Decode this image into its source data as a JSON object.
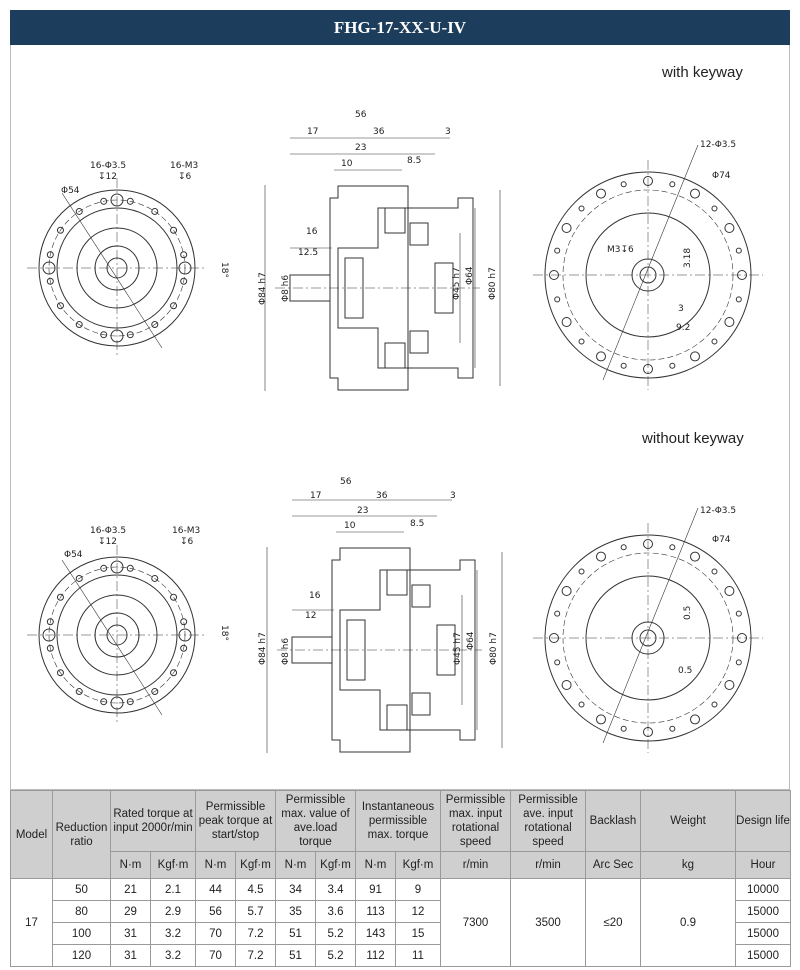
{
  "title": "FHG-17-XX-U-IV",
  "captions": {
    "with_keyway": "with keyway",
    "without_keyway": "without keyway"
  },
  "top": {
    "d56": "56",
    "d17": "17",
    "d36": "36",
    "d3": "3",
    "d23": "23",
    "d10": "10",
    "d85": "8.5",
    "d16": "16",
    "d125": "12.5",
    "phi8": "Φ8 h6",
    "phi84": "Φ84 h7",
    "phi45": "Φ45 h7",
    "phi64": "Φ64",
    "phi80": "Φ80 h7",
    "holes1": "16-Φ3.5",
    "holes1b": "↧12",
    "holes2": "16-M3",
    "holes2b": "↧6",
    "phi54": "Φ54",
    "ang": "18°",
    "r_holes": "12-Φ3.5",
    "r_phi74": "Φ74",
    "m3": "M3↧6",
    "k318": "3.18",
    "k3": "3",
    "k92": "9.2"
  },
  "bottom": {
    "d56": "56",
    "d17": "17",
    "d36": "36",
    "d3": "3",
    "d23": "23",
    "d10": "10",
    "d85": "8.5",
    "d16": "16",
    "d12": "12",
    "phi8": "Φ8 h6",
    "phi84": "Φ84 h7",
    "phi45": "Φ45 h7",
    "phi64": "Φ64",
    "phi80": "Φ80 h7",
    "holes1": "16-Φ3.5",
    "holes1b": "↧12",
    "holes2": "16-M3",
    "holes2b": "↧6",
    "phi54": "Φ54",
    "ang": "18°",
    "r_holes": "12-Φ3.5",
    "r_phi74": "Φ74",
    "k05a": "0.5",
    "k05b": "0.5"
  },
  "table": {
    "headers": [
      "Model",
      "Reduction ratio",
      "Rated torque at input 2000r/min",
      "Permissible peak torque at start/stop",
      "Permissible max. value of ave.load torque",
      "Instantaneous permissible max. torque",
      "Permissible max. input rotational speed",
      "Permissible ave. input rotational speed",
      "Backlash",
      "Weight",
      "Design life"
    ],
    "units": [
      "N·m",
      "Kgf·m",
      "N·m",
      "Kgf·m",
      "N·m",
      "Kgf·m",
      "N·m",
      "Kgf·m",
      "r/min",
      "r/min",
      "Arc Sec",
      "kg",
      "Hour"
    ],
    "model": "17",
    "rows": [
      [
        "50",
        "21",
        "2.1",
        "44",
        "4.5",
        "34",
        "3.4",
        "91",
        "9",
        "10000"
      ],
      [
        "80",
        "29",
        "2.9",
        "56",
        "5.7",
        "35",
        "3.6",
        "113",
        "12",
        "15000"
      ],
      [
        "100",
        "31",
        "3.2",
        "70",
        "7.2",
        "51",
        "5.2",
        "143",
        "15",
        "15000"
      ],
      [
        "120",
        "31",
        "3.2",
        "70",
        "7.2",
        "51",
        "5.2",
        "112",
        "11",
        "15000"
      ]
    ],
    "max_speed": "7300",
    "ave_speed": "3500",
    "backlash": "≤20",
    "weight": "0.9"
  }
}
